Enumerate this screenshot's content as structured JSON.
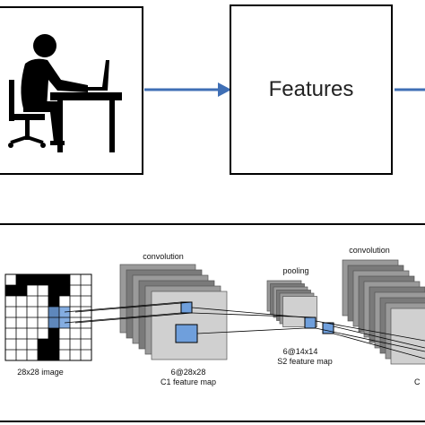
{
  "top_row": {
    "features_label": "Features"
  },
  "cnn": {
    "input_label": "28x28 image",
    "conv1_label": "convolution",
    "c1_size": "6@28x28",
    "c1_name": "C1 feature map",
    "pool_label": "pooling",
    "s2_size": "6@14x14",
    "s2_name": "S2 feature map",
    "conv2_label": "convolution",
    "cut_letter": "C"
  },
  "colors": {
    "arrow": "#3f6fb5",
    "highlight": "#6f9fdc",
    "map_face": "#d0d0d0",
    "map_back": "#7a7a7a",
    "ink": "#000000"
  },
  "icons": [
    "person-at-computer-icon",
    "arrow-right-icon"
  ]
}
